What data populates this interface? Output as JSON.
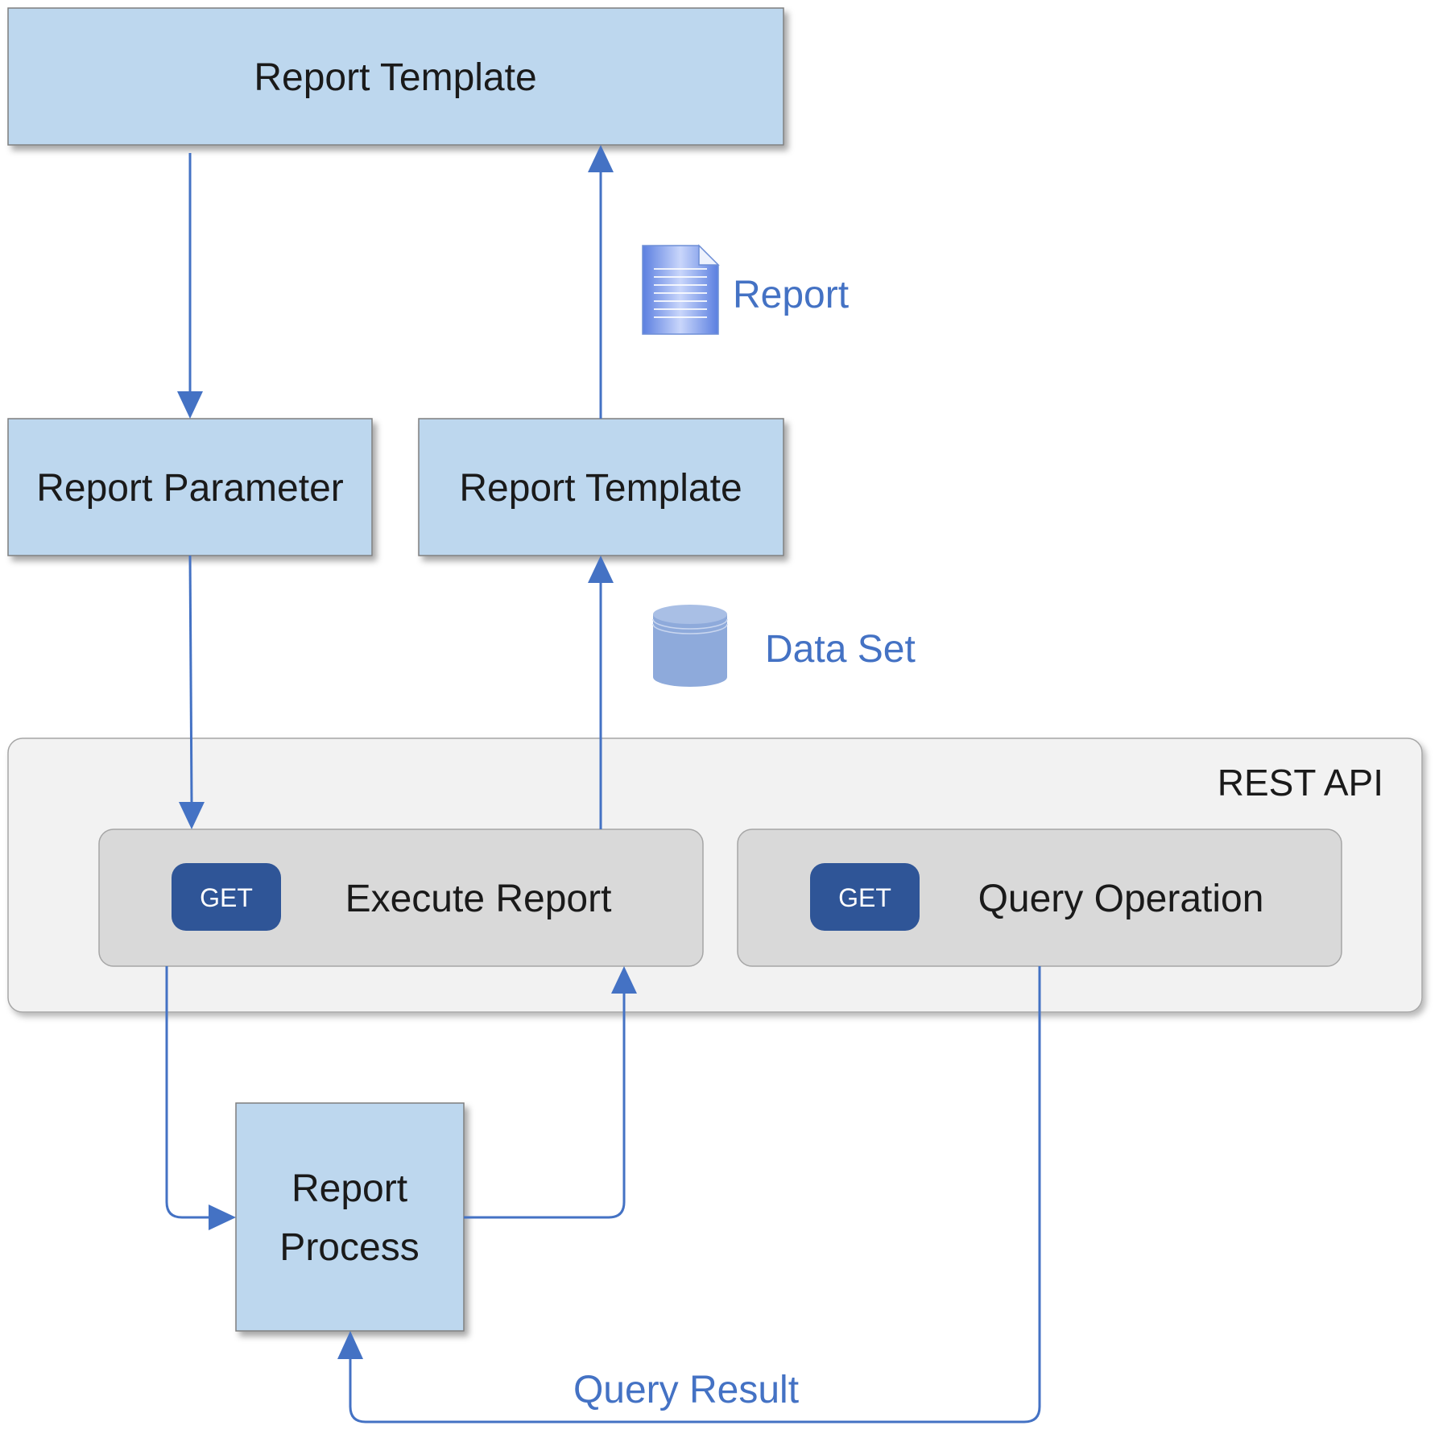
{
  "nodes": {
    "report_template_top": "Report Template",
    "report_parameter": "Report Parameter",
    "report_template_mid": "Report Template",
    "rest_api": "REST API",
    "execute_report": "Execute Report",
    "query_operation": "Query Operation",
    "get_badge_1": "GET",
    "get_badge_2": "GET",
    "report_process_line1": "Report",
    "report_process_line2": "Process"
  },
  "labels": {
    "report": "Report",
    "data_set": "Data Set",
    "query_result": "Query Result"
  },
  "colors": {
    "box_fill": "#bdd7ee",
    "arrow": "#4472c4",
    "badge": "#2f5597",
    "panel": "#f2f2f2",
    "endpoint": "#d9d9d9"
  },
  "icons": {
    "report": "document-icon",
    "data_set": "database-icon"
  }
}
